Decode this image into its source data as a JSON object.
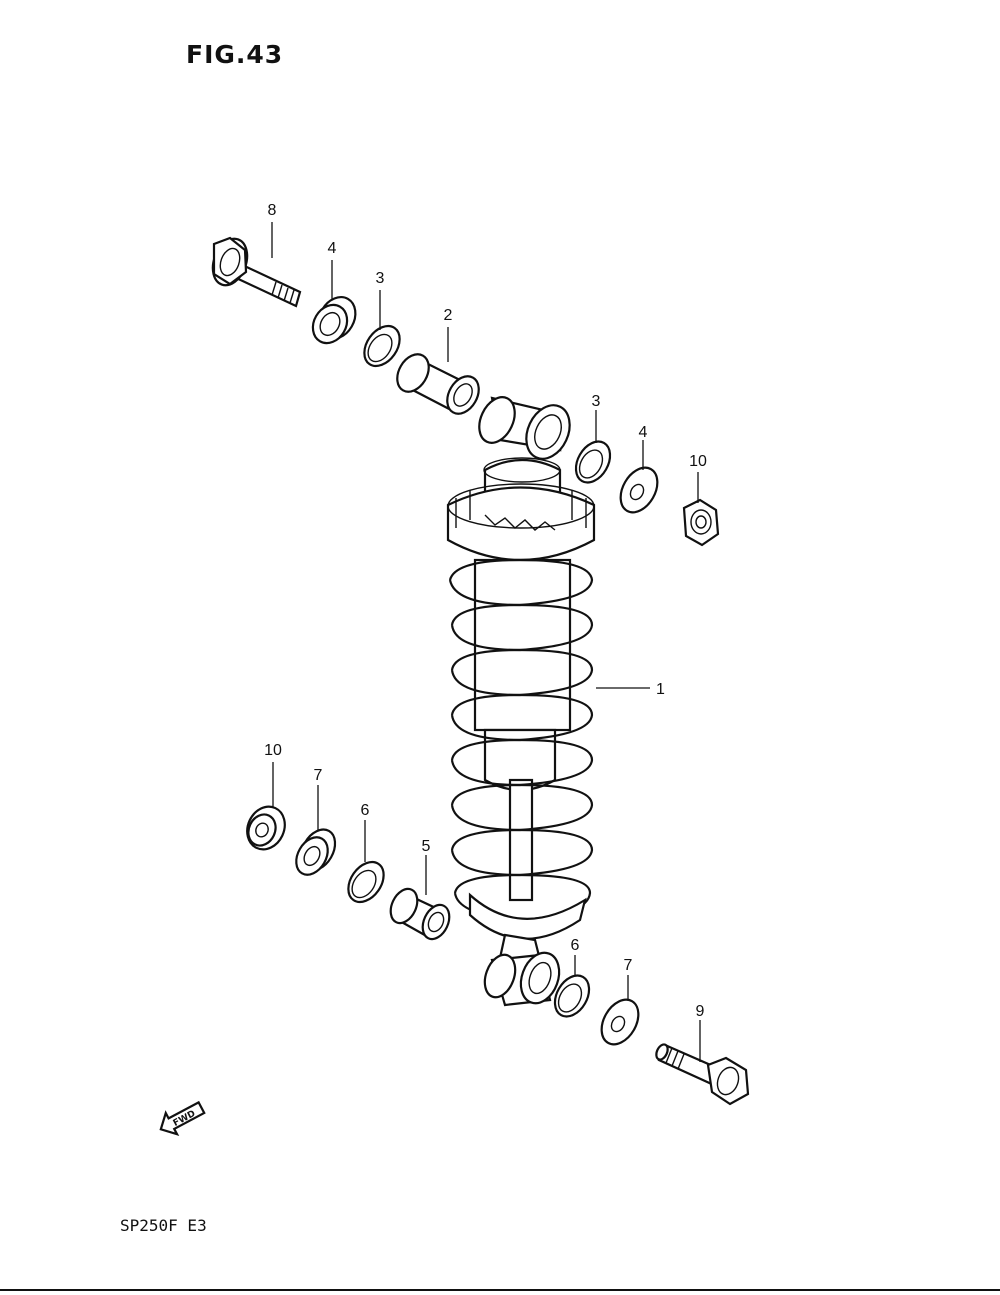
{
  "figure": {
    "title": "FIG.43",
    "model_code": "SP250F  E3",
    "fwd_label": "FWD"
  },
  "callouts": [
    {
      "id": "c8-top",
      "label": "8",
      "part": "bolt"
    },
    {
      "id": "c4-top",
      "label": "4",
      "part": "washer"
    },
    {
      "id": "c3-top",
      "label": "3",
      "part": "seal"
    },
    {
      "id": "c2-top",
      "label": "2",
      "part": "spacer"
    },
    {
      "id": "c3-right",
      "label": "3",
      "part": "seal"
    },
    {
      "id": "c4-right",
      "label": "4",
      "part": "washer"
    },
    {
      "id": "c10-right",
      "label": "10",
      "part": "nut"
    },
    {
      "id": "c1",
      "label": "1",
      "part": "rear-shock-absorber"
    },
    {
      "id": "c10-left",
      "label": "10",
      "part": "nut"
    },
    {
      "id": "c7-left",
      "label": "7",
      "part": "washer"
    },
    {
      "id": "c6-left",
      "label": "6",
      "part": "seal"
    },
    {
      "id": "c5",
      "label": "5",
      "part": "spacer"
    },
    {
      "id": "c6-bottom",
      "label": "6",
      "part": "seal"
    },
    {
      "id": "c7-bottom",
      "label": "7",
      "part": "washer"
    },
    {
      "id": "c9",
      "label": "9",
      "part": "bolt"
    }
  ]
}
